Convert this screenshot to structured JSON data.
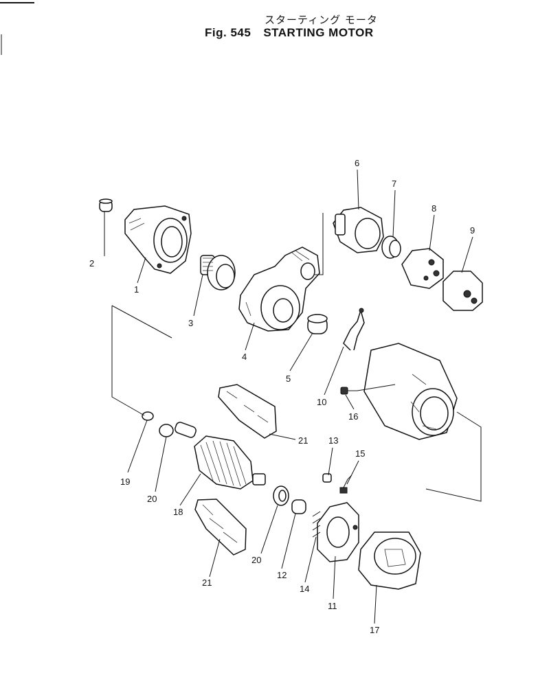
{
  "title": {
    "japanese": "スターティング モータ",
    "figure": "Fig. 545",
    "english": "STARTING MOTOR"
  },
  "callouts": [
    "1",
    "2",
    "3",
    "4",
    "5",
    "6",
    "7",
    "8",
    "9",
    "10",
    "11",
    "12",
    "13",
    "14",
    "15",
    "16",
    "17",
    "18",
    "19",
    "20",
    "20",
    "21",
    "21"
  ]
}
